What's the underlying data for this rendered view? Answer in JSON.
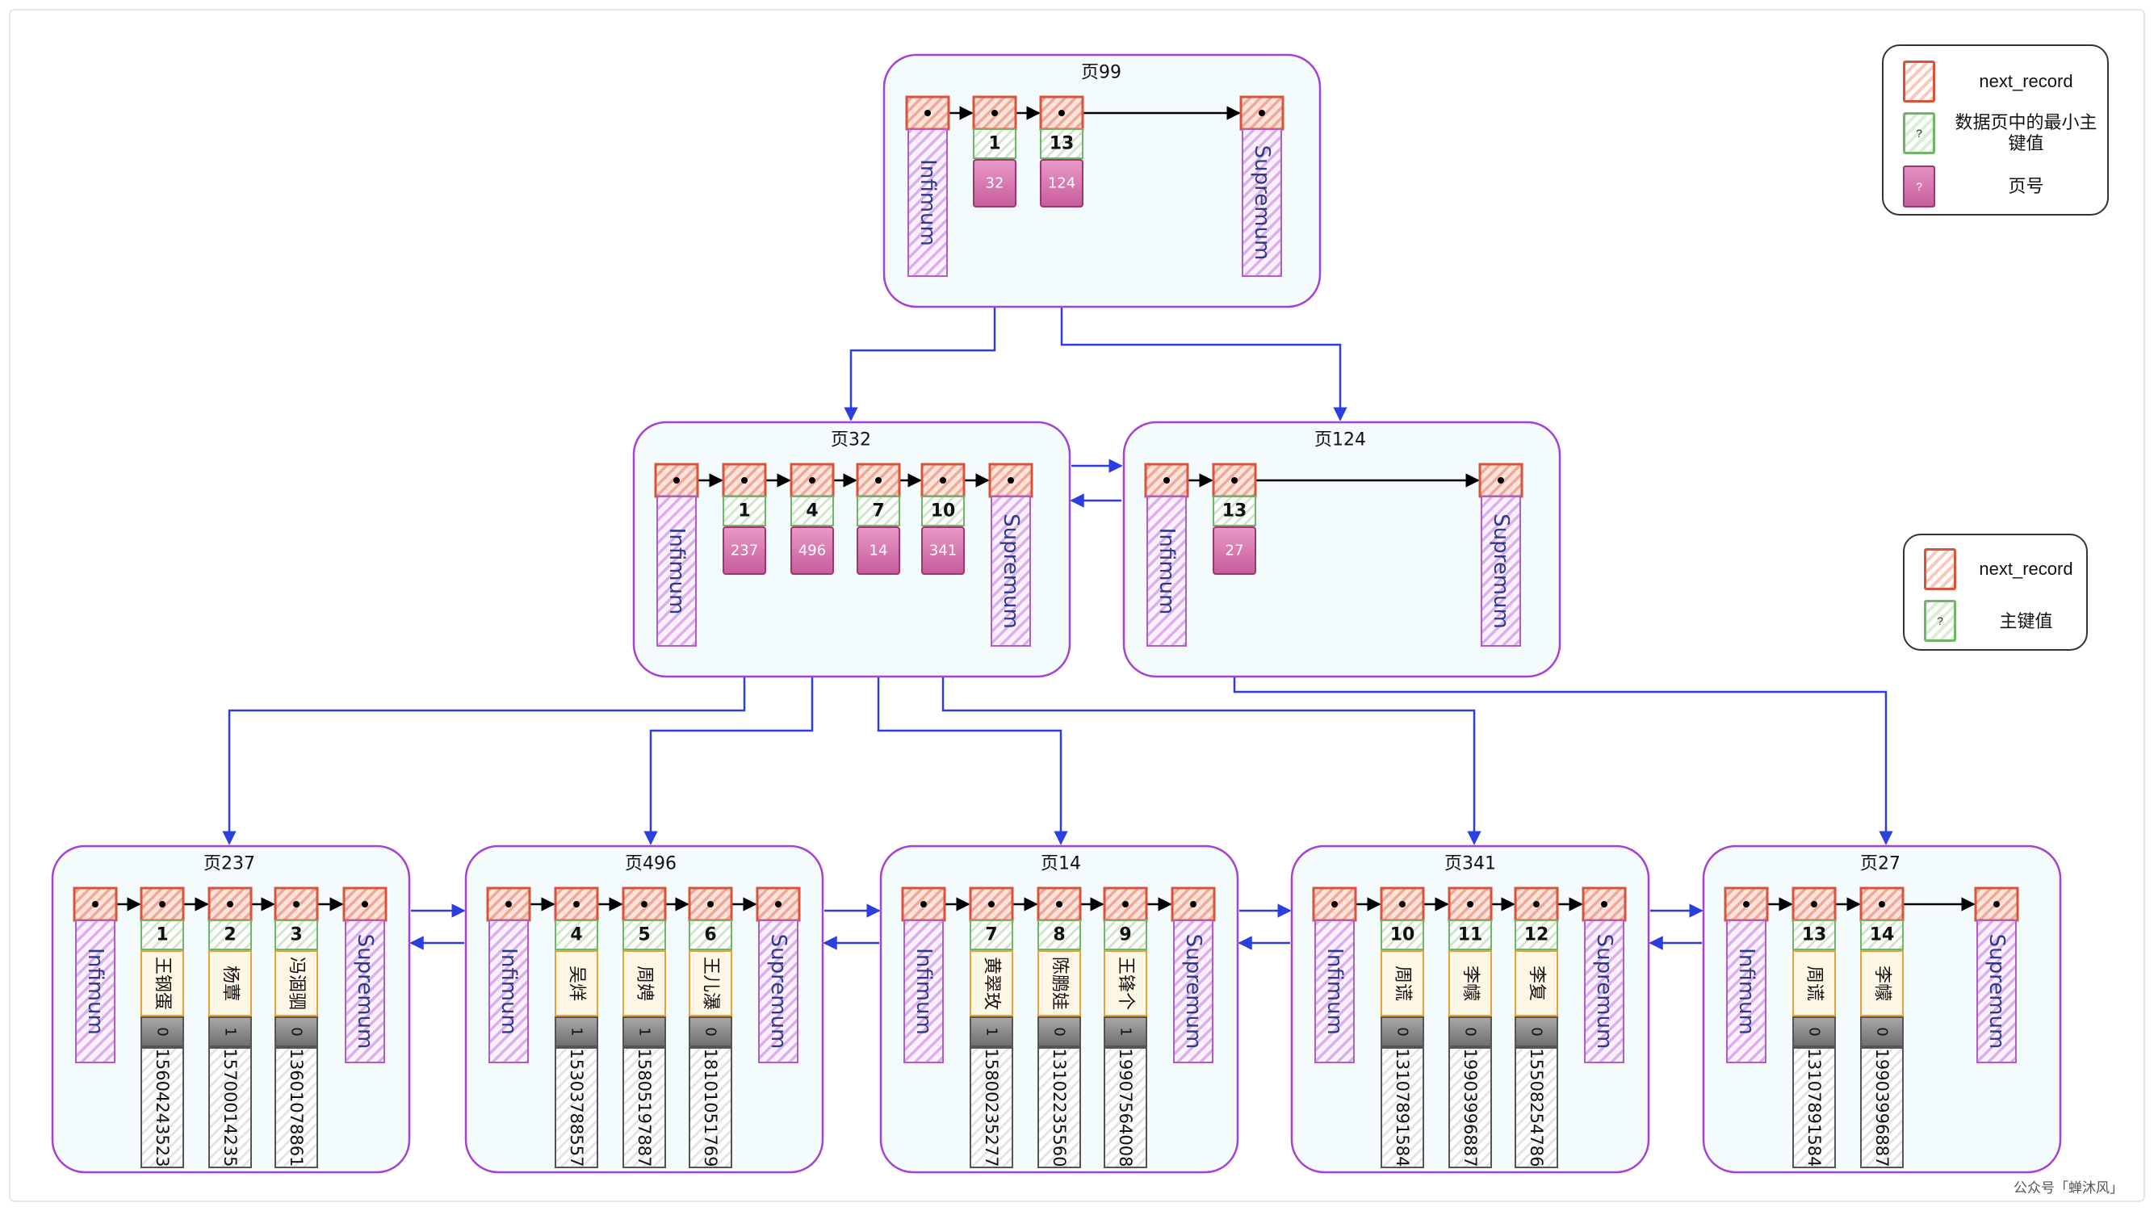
{
  "pages": {
    "p99": {
      "title": "页99",
      "infimum": "Infimum",
      "supremum": "Supremum",
      "entries": [
        {
          "key": "1",
          "page": "32"
        },
        {
          "key": "13",
          "page": "124"
        }
      ]
    },
    "p32": {
      "title": "页32",
      "infimum": "Infimum",
      "supremum": "Supremum",
      "entries": [
        {
          "key": "1",
          "page": "237"
        },
        {
          "key": "4",
          "page": "496"
        },
        {
          "key": "7",
          "page": "14"
        },
        {
          "key": "10",
          "page": "341"
        }
      ]
    },
    "p124": {
      "title": "页124",
      "infimum": "Infimum",
      "supremum": "Supremum",
      "entries": [
        {
          "key": "13",
          "page": "27"
        }
      ]
    },
    "p237": {
      "title": "页237",
      "infimum": "Infimum",
      "supremum": "Supremum",
      "records": [
        {
          "key": "1",
          "name": "王钢蛋",
          "flag": "0",
          "phone": "15604243523"
        },
        {
          "key": "2",
          "name": "杨蕈",
          "flag": "1",
          "phone": "15700014235"
        },
        {
          "key": "3",
          "name": "冯涸驷",
          "flag": "0",
          "phone": "13601078861"
        }
      ]
    },
    "p496": {
      "title": "页496",
      "infimum": "Infimum",
      "supremum": "Supremum",
      "records": [
        {
          "key": "4",
          "name": "吴烊",
          "flag": "1",
          "phone": "15303788557"
        },
        {
          "key": "5",
          "name": "周娉",
          "flag": "1",
          "phone": "15805197887"
        },
        {
          "key": "6",
          "name": "王儿瀑",
          "flag": "0",
          "phone": "18101051769"
        }
      ]
    },
    "p14": {
      "title": "页14",
      "infimum": "Infimum",
      "supremum": "Supremum",
      "records": [
        {
          "key": "7",
          "name": "黄翠玫",
          "flag": "1",
          "phone": "15800235277"
        },
        {
          "key": "8",
          "name": "陈鹏娃",
          "flag": "0",
          "phone": "13102235560"
        },
        {
          "key": "9",
          "name": "王锋个",
          "flag": "1",
          "phone": "19907564008"
        }
      ]
    },
    "p341": {
      "title": "页341",
      "infimum": "Infimum",
      "supremum": "Supremum",
      "records": [
        {
          "key": "10",
          "name": "周谎",
          "flag": "0",
          "phone": "13107891584"
        },
        {
          "key": "11",
          "name": "李幪",
          "flag": "0",
          "phone": "19903996887"
        },
        {
          "key": "12",
          "name": "李复",
          "flag": "0",
          "phone": "15508254786"
        }
      ]
    },
    "p27": {
      "title": "页27",
      "infimum": "Infimum",
      "supremum": "Supremum",
      "records": [
        {
          "key": "13",
          "name": "周谎",
          "flag": "0",
          "phone": "13107891584"
        },
        {
          "key": "14",
          "name": "李幪",
          "flag": "0",
          "phone": "19903996887"
        }
      ]
    }
  },
  "legend_top": {
    "next_record": "next_record",
    "min_key": "数据页中的最小主键值",
    "page_no": "页号",
    "swatch_glyph": "?"
  },
  "legend_bottom": {
    "next_record": "next_record",
    "primary_key": "主键值",
    "swatch_glyph": "?"
  },
  "credit": "公众号「蝉沐风」",
  "colors": {
    "page_border": "#a83fd6",
    "page_fill": "#f3fbfd",
    "blue_arrow": "#2b3ee0",
    "next_fill": "#f7c9bd",
    "next_border": "#d9533b",
    "key_fill": "#d9eed4",
    "key_border": "#72b46a",
    "pageno_border": "#9e3570",
    "purple_border": "#b05cc9",
    "purple_stripe": "#d9a7ea",
    "name_border": "#e8a23a",
    "flag_fill": "#8c8c8c"
  }
}
